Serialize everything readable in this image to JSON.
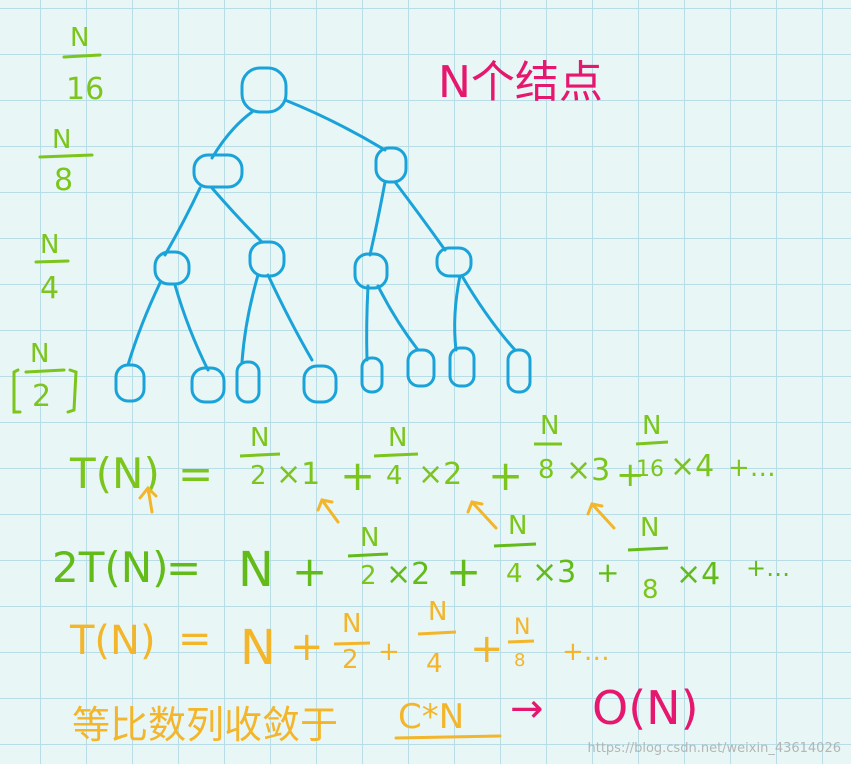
{
  "heading": "N个结点",
  "level_labels": {
    "l16": {
      "num": "N",
      "den": "16"
    },
    "l8": {
      "num": "N",
      "den": "8"
    },
    "l4": {
      "num": "N",
      "den": "4"
    },
    "l2": {
      "num": "N",
      "den": "2"
    }
  },
  "equations": {
    "t": {
      "lhs": "T(N)",
      "eq": "=",
      "terms": [
        {
          "num": "N",
          "den": "2",
          "mul": "×1"
        },
        {
          "num": "N",
          "den": "4",
          "mul": "×2"
        },
        {
          "num": "N",
          "den": "8",
          "mul": "×3"
        },
        {
          "num": "N",
          "den": "16",
          "mul": "×4"
        }
      ],
      "tail": "+…"
    },
    "two_t": {
      "lhs": "2T(N)",
      "eq": "=",
      "lead": "N",
      "terms": [
        {
          "num": "N",
          "den": "2",
          "mul": "×2"
        },
        {
          "num": "N",
          "den": "4",
          "mul": "×3"
        },
        {
          "num": "N",
          "den": "8",
          "mul": "×4"
        }
      ],
      "tail": "+…"
    },
    "diff": {
      "lhs": "T(N)",
      "eq": "=",
      "lead": "N",
      "terms": [
        {
          "num": "N",
          "den": "2"
        },
        {
          "num": "N",
          "den": "4"
        },
        {
          "num": "N",
          "den": "8"
        }
      ],
      "tail": "+…"
    }
  },
  "conclusion": {
    "text": "等比数列收敛于",
    "bound": "C*N",
    "arrow": "→",
    "result": "O(N)"
  },
  "colors": {
    "tree": "#1aa3d9",
    "heading": "#e6176e",
    "level": "#7cc51c",
    "arrows": "#f3b52a",
    "background": "#e8f6f6",
    "grid": "#b8dde6"
  },
  "watermark": "https://blog.csdn.net/weixin_43614026"
}
